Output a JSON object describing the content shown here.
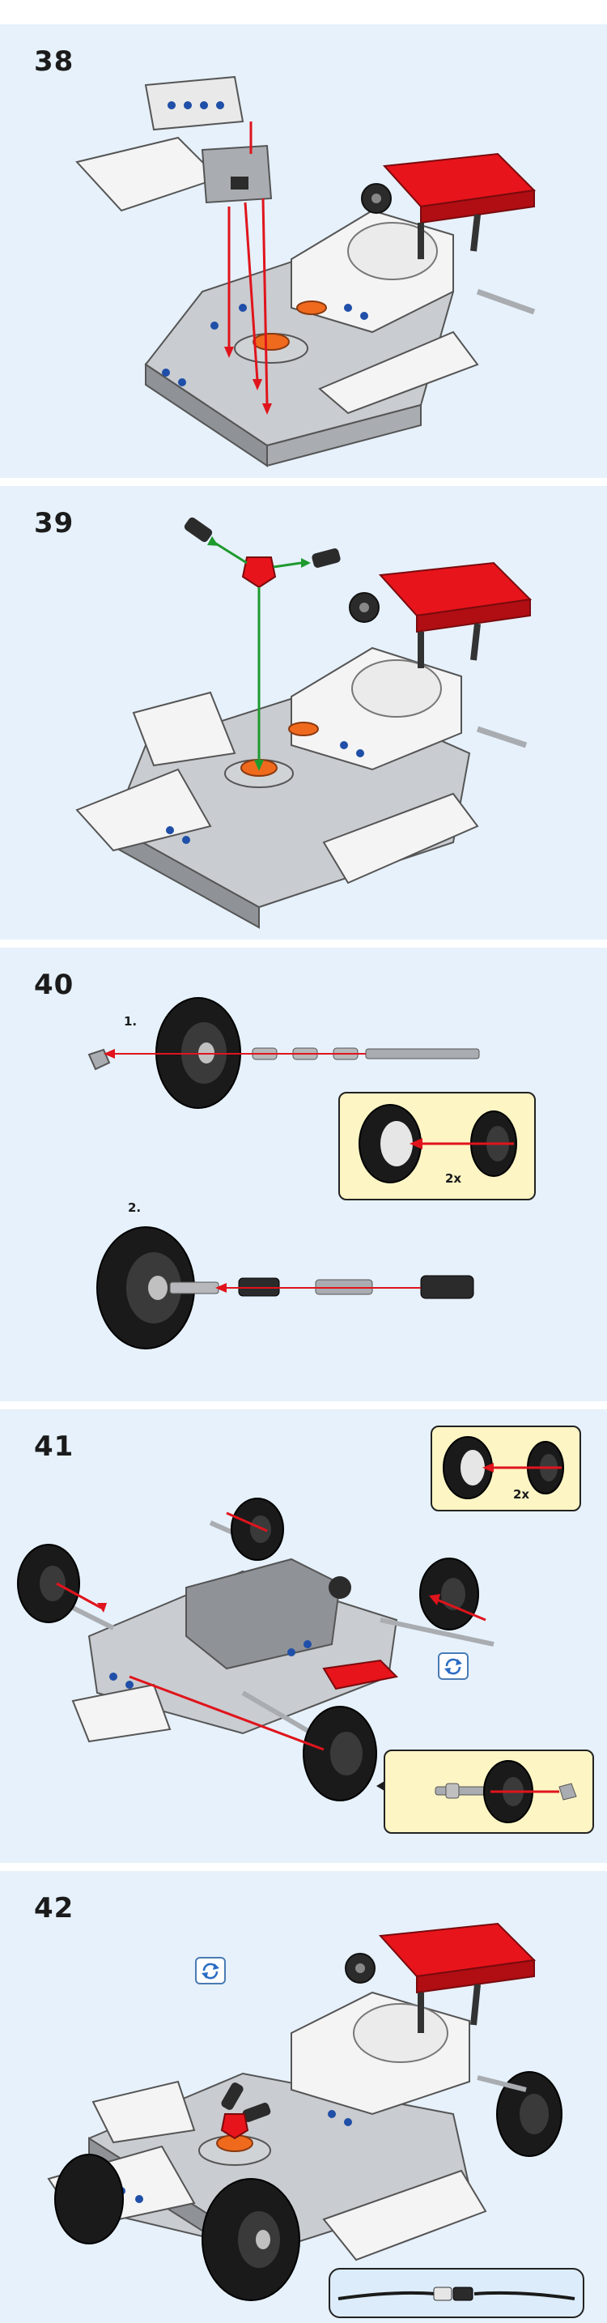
{
  "steps": [
    {
      "number": "38"
    },
    {
      "number": "39"
    },
    {
      "number": "40",
      "substeps": [
        "1.",
        "2."
      ],
      "callout_qty": "2x"
    },
    {
      "number": "41",
      "callout_qty": "2x"
    },
    {
      "number": "42"
    }
  ],
  "icons": {
    "rotate": "rotate-model-icon",
    "arrow": "assembly-arrow-icon"
  },
  "colors": {
    "panel_bg": "#e6f1fb",
    "brick_red": "#e8141b",
    "brick_grey": "#a9acb0",
    "brick_white": "#f4f4f4",
    "connector_blue": "#1f4fa8",
    "tire_black": "#1a1a1a",
    "arrow_red": "#e0141c",
    "arrow_green": "#1e9a2f",
    "callout_bg": "#fdf5c4",
    "orange_part": "#f06a1e"
  }
}
